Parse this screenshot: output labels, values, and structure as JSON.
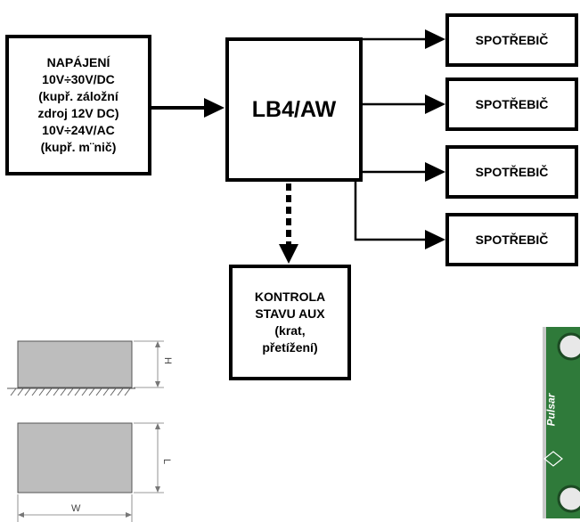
{
  "diagram": {
    "power_box": {
      "text": "NAPÁJENÍ\n10V÷30V/DC\n(kupř. záložní\nzdroj 12V DC)\n10V÷24V/AC\n(kupř. m¨nič)"
    },
    "module_box": {
      "text": "LB4/AW"
    },
    "consumers": [
      {
        "text": "SPOTŘEBIČ"
      },
      {
        "text": "SPOTŘEBIČ"
      },
      {
        "text": "SPOTŘEBIČ"
      },
      {
        "text": "SPOTŘEBIČ"
      }
    ],
    "aux_box": {
      "text": "KONTROLA\nSTAVU AUX\n(krat,\npřetížení)"
    }
  },
  "dimensions": {
    "h": "H",
    "l": "L",
    "w": "W"
  },
  "product_photo": {
    "brand": "Pulsar",
    "board_color": "#2f7a3a"
  }
}
